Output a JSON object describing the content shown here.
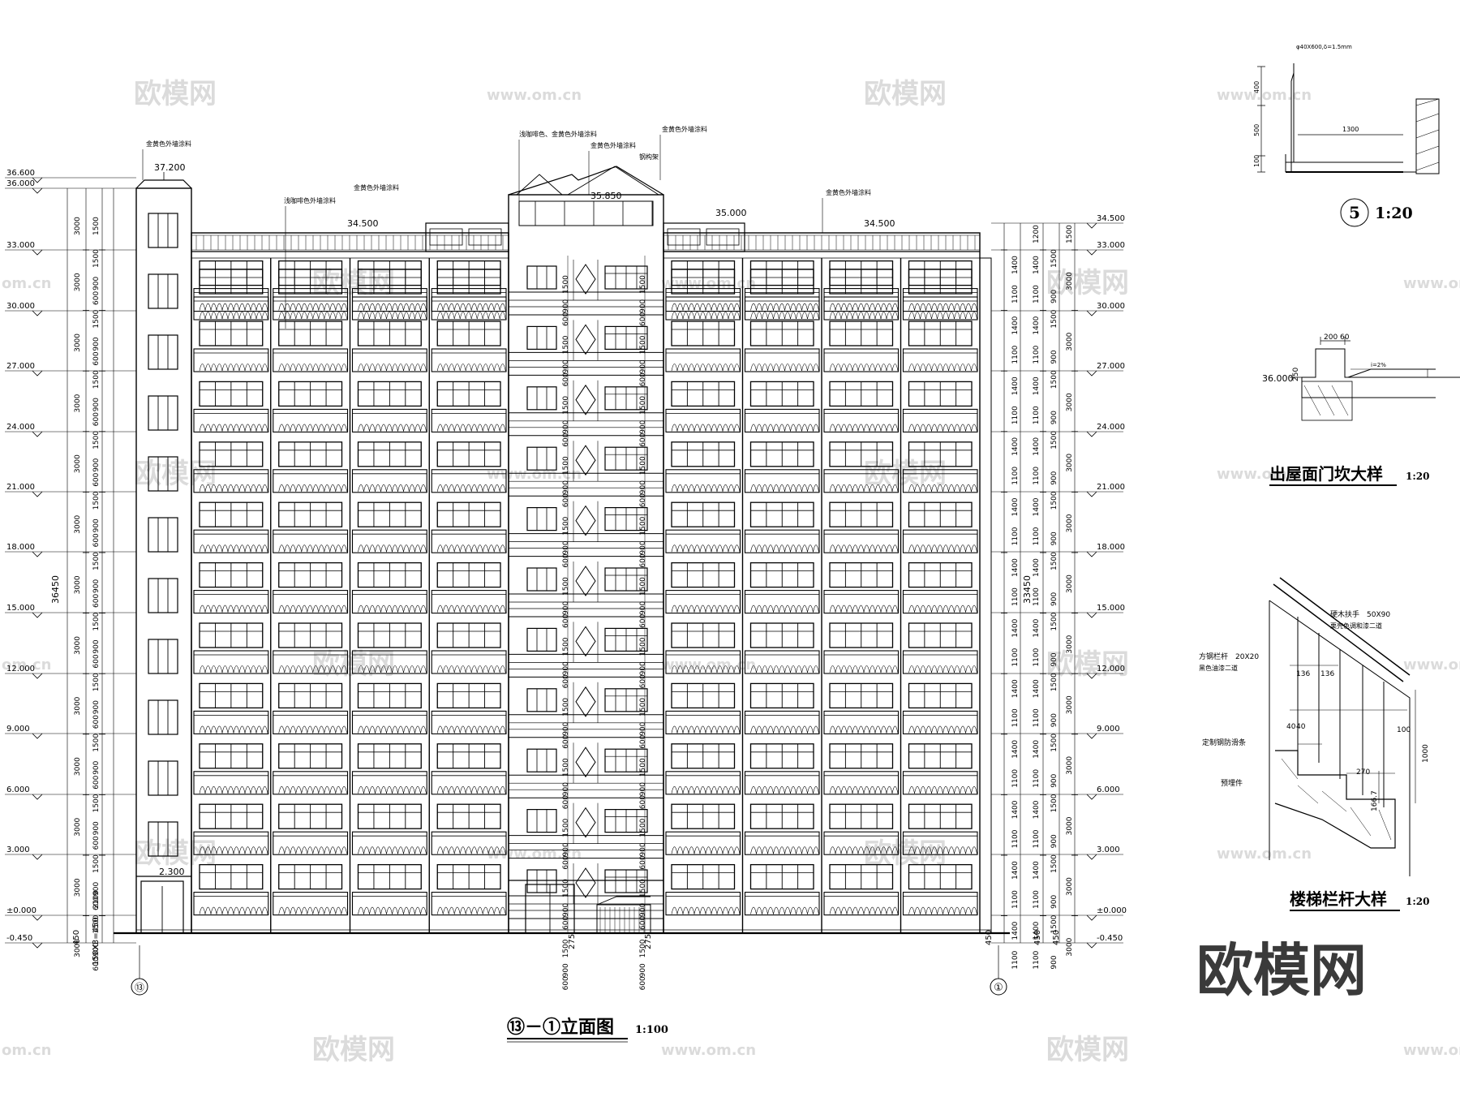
{
  "titles": {
    "elevation": "⑬－①立面图",
    "elevation_scale": "1:100",
    "detail5_no": "5",
    "detail5_scale": "1:20",
    "threshold": "出屋面门坎大样",
    "threshold_scale": "1:20",
    "railing": "楼梯栏杆大样",
    "railing_scale": "1:20"
  },
  "axes": {
    "left": "⑬",
    "right": "①"
  },
  "levels_left": [
    "36.600",
    "36.000",
    "33.000",
    "30.000",
    "27.000",
    "24.000",
    "21.000",
    "18.000",
    "15.000",
    "12.000",
    "9.000",
    "6.000",
    "3.000",
    "±0.000",
    "-0.450"
  ],
  "levels_right": [
    "34.500",
    "33.000",
    "30.000",
    "27.000",
    "24.000",
    "21.000",
    "18.000",
    "15.000",
    "12.000",
    "9.000",
    "6.000",
    "3.000",
    "±0.000",
    "-0.450"
  ],
  "top_levels": {
    "stair_top": "37.200",
    "left_roof": "34.500",
    "center_top": "35.850",
    "right_upper": "35.000",
    "right_roof": "34.500",
    "entrance": "2.300"
  },
  "dims_left": {
    "total": "36450",
    "floor": "3000",
    "base": "450",
    "steps": "150X3=450"
  },
  "dims_right": {
    "total": "33450",
    "floor": "3000",
    "base": "450"
  },
  "dims_strip": [
    "1200",
    "1500",
    "1400",
    "1100",
    "900",
    "600",
    "2100"
  ],
  "center_dims": [
    "1500",
    "900",
    "600",
    "275"
  ],
  "materials": [
    "金黄色外墙涂料",
    "浅咖啡色外墙涂料",
    "浅咖啡色、金黄色外墙涂料",
    "钢构架"
  ],
  "detail5": {
    "rail": "φ40X600,δ=1.5mm",
    "dims": [
      "400",
      "500",
      "100",
      "1300"
    ]
  },
  "threshold_detail": {
    "dims": [
      "200",
      "60",
      "250"
    ],
    "slope": "i=2%",
    "level": "36.000"
  },
  "railing_detail": {
    "handrail": "硬木扶手　50X90",
    "handrail_finish": "栗壳色调和漆二道",
    "balusters": "方钢栏杆　20X20",
    "balusters_finish": "黑色油漆二道",
    "antislip": "定制钢防滑条",
    "embed": "预埋件",
    "dims": [
      "136",
      "136",
      "100",
      "1000",
      "40",
      "40",
      "270",
      "166.7"
    ]
  },
  "watermarks": [
    "欧模网",
    "www.om.cn",
    "om.cn"
  ],
  "logo": "欧模网",
  "colors": {
    "line": "#000000",
    "watermark": "#d8d8d8",
    "logo": "#3a3a3a"
  }
}
